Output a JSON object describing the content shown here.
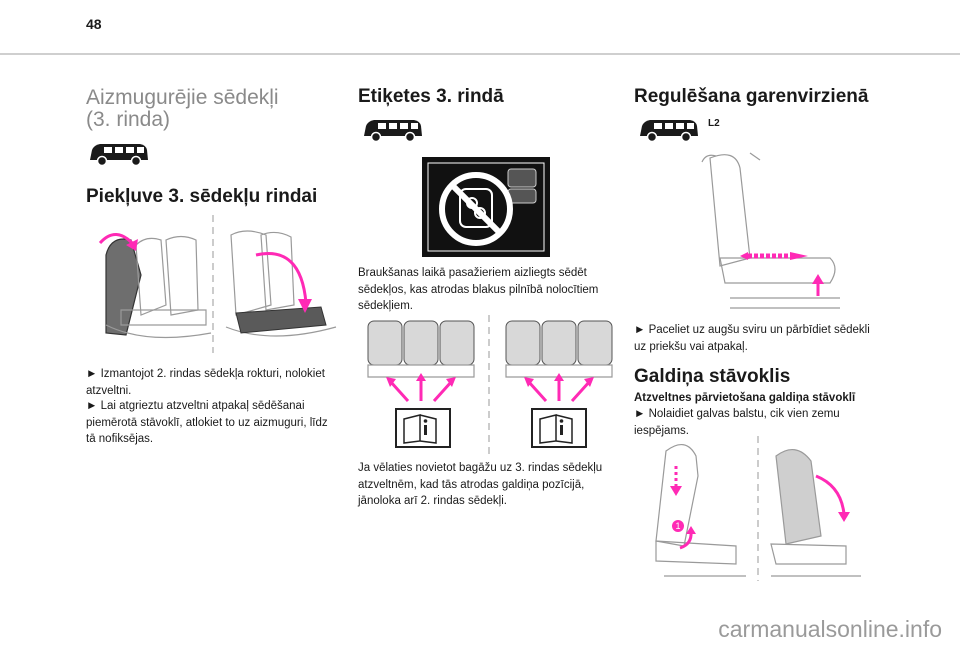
{
  "page_number": "48",
  "col1": {
    "title_line1": "Aizmugurējie sēdekļi",
    "title_line2": "(3. rinda)",
    "section_heading": "Piekļuve 3. sēdekļu rindai",
    "para1": "► Izmantojot 2. rindas sēdekļa rokturi, nolokiet atzveltni.",
    "para2": "► Lai atgrieztu atzveltni atpakaļ sēdēšanai piemērotā stāvoklī, atlokiet to uz aizmuguri, līdz tā nofiksējas."
  },
  "col2": {
    "heading": "Etiķetes 3. rindā",
    "para1": "Braukšanas laikā pasažieriem aizliegts sēdēt sēdekļos, kas atrodas blakus pilnībā nolocītiem sēdekļiem.",
    "para2": "Ja vēlaties novietot bagāžu uz 3. rindas sēdekļu atzveltnēm, kad tās atrodas galdiņa pozīcijā, jānoloka arī 2. rindas sēdekļi."
  },
  "col3": {
    "heading1": "Regulēšana garenvirzienā",
    "van_label": "L2",
    "para1": "► Paceliet uz augšu sviru un pārbīdiet sēdekli uz priekšu vai atpakaļ.",
    "heading2": "Galdiņa stāvoklis",
    "subheading": "Atzveltnes pārvietošana galdiņa stāvoklī",
    "para2": "► Nolaidiet galvas balstu, cik vien zemu iespējams.",
    "callout_number": "1"
  },
  "watermark": "carmanualsonline.info",
  "colors": {
    "accent": "#ff2ab5",
    "heading_light": "#8a8a8a",
    "rule": "#cfcfcf"
  }
}
